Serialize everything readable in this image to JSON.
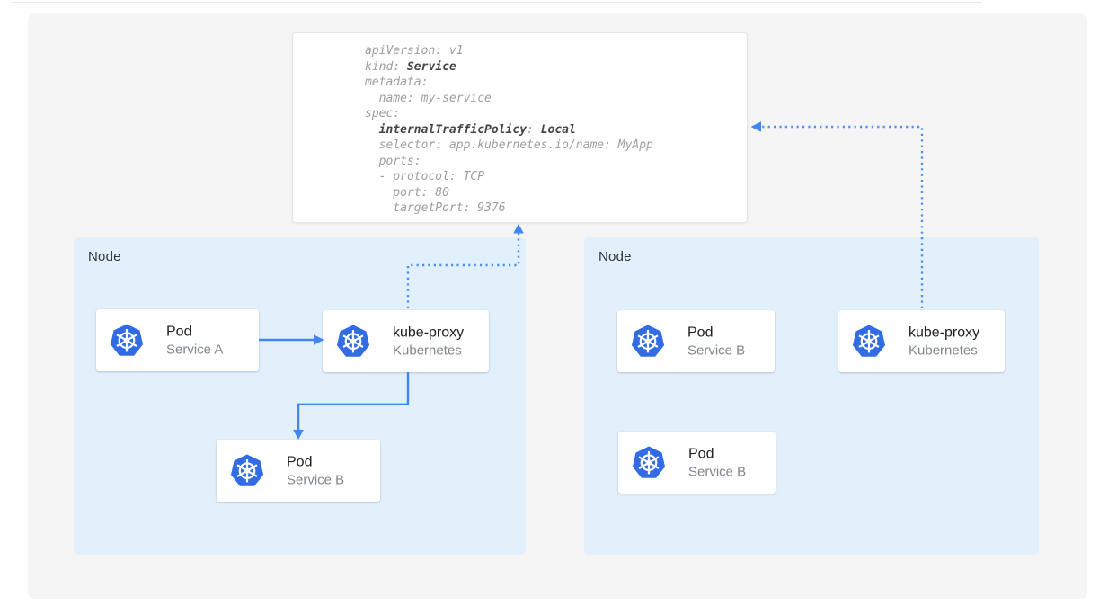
{
  "colors": {
    "accent_blue": "#4285f4",
    "kubernetes_blue": "#326ce5",
    "node_bg": "#e2f0fc",
    "panel_bg": "#f5f5f6",
    "code_text": "#9e9e9e",
    "code_bold": "#454545"
  },
  "code_block": {
    "lines": [
      {
        "segments": [
          {
            "text": "apiVersion: v1"
          }
        ]
      },
      {
        "segments": [
          {
            "text": "kind: "
          },
          {
            "text": "Service",
            "bold": true
          }
        ]
      },
      {
        "segments": [
          {
            "text": "metadata:"
          }
        ]
      },
      {
        "segments": [
          {
            "text": "  name: my-service"
          }
        ]
      },
      {
        "segments": [
          {
            "text": "spec:"
          }
        ]
      },
      {
        "segments": [
          {
            "text": "  "
          },
          {
            "text": "internalTrafficPolicy",
            "bold": true
          },
          {
            "text": ": "
          },
          {
            "text": "Local",
            "bold": true
          }
        ]
      },
      {
        "segments": [
          {
            "text": "  selector: app.kubernetes.io/name: MyApp"
          }
        ]
      },
      {
        "segments": [
          {
            "text": "  ports:"
          }
        ]
      },
      {
        "segments": [
          {
            "text": "  - protocol: TCP"
          }
        ]
      },
      {
        "segments": [
          {
            "text": "    port: 80"
          }
        ]
      },
      {
        "segments": [
          {
            "text": "    targetPort: 9376"
          }
        ]
      }
    ]
  },
  "nodes": [
    {
      "label": "Node"
    },
    {
      "label": "Node"
    }
  ],
  "cards": [
    {
      "title": "Pod",
      "subtitle": "Service A"
    },
    {
      "title": "kube-proxy",
      "subtitle": "Kubernetes"
    },
    {
      "title": "Pod",
      "subtitle": "Service B"
    },
    {
      "title": "Pod",
      "subtitle": "Service B"
    },
    {
      "title": "kube-proxy",
      "subtitle": "Kubernetes"
    },
    {
      "title": "Pod",
      "subtitle": "Service B"
    }
  ]
}
